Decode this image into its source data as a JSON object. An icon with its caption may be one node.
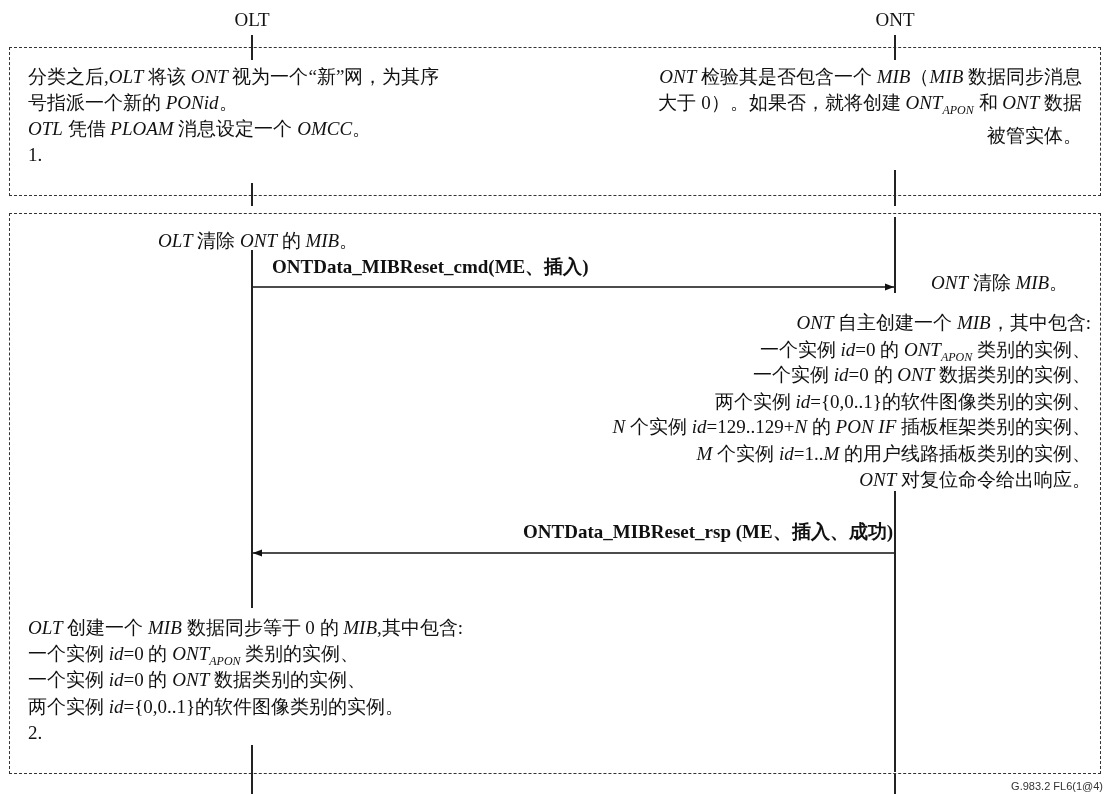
{
  "diagram": {
    "nodes": [
      {
        "text": [
          "分类之后,*OLT* 将该 *ONT* 视为一个“新”网，为其序号指派一个新的 *PONid*。",
          "*OTL* 凭借 *PLOAM* 消息设定一个 *OMCC*。",
          "1.",
          "*ONT* 检验其是否包含一个 *MIB*（*MIB* 数据同步消息大于 0）。如果否，就将创建 *ONT*$_{APON}$ 和 *ONT* 数据被管实体。"
        ]
      },
      {
        "text": [
          "*OLT* 清除 *ONT* 的 *MIB*。",
          "*ONT* 清除 *MIB*。",
          "*ONT* 自主创建一个 *MIB*，其中包含:",
          "一个实例 *id*=0 的 *ONT*$_{APON}$ 类别的实例、",
          "一个实例 *id*=0 的 *ONT* 数据类别的实例、",
          "两个实例 *id*={0,0..1}的软件图像类别的实例、",
          "*N* 个实例 *id*=129..129+*N* 的 *PON IF* 插板框架类别的实例、",
          "*M* 个实例 *id*=1..*M* 的用户线路插板类别的实例、",
          "*ONT* 对复位命令给出响应。",
          "*OLT* 创建一个 *MIB* 数据同步等于 0 的 *MIB*,其中包含:",
          "一个实例 *id*=0 的 *ONT*$_{APON}$ 类别的实例、",
          "一个实例 *id*=0 的 *ONT* 数据类别的实例、",
          "两个实例 *id*={0,0..1}的软件图像类别的实例。",
          "2."
        ]
      },
      {
        "text": [],
        "shape": "bar",
        "in": 1
      },
      {
        "text": [],
        "shape": "bar",
        "in": 1
      },
      {
        "text": [],
        "shape": "bar",
        "in": 1
      },
      {
        "text": [],
        "shape": "bar"
      },
      {
        "text": [],
        "shape": "bar"
      },
      {
        "text": [],
        "shape": "bar"
      },
      {
        "text": [],
        "shape": "bar"
      },
      {
        "text": [],
        "shape": "bar"
      },
      {
        "text": [],
        "shape": "bar"
      }
    ],
    "edges": [
      {
        "from": 2,
        "to": 3,
        "arrow": "to",
        "label": "ONTData_MIBReset_cmd(ME、插入)"
      },
      {
        "from": 4,
        "to": 2,
        "arrow": "to",
        "label": "ONTData_MIBReset_rsp (ME、插入、成功)"
      }
    ],
    "labels": [
      "OLT",
      "ONT",
      "G.983.2 FL6(1@4)"
    ]
  }
}
